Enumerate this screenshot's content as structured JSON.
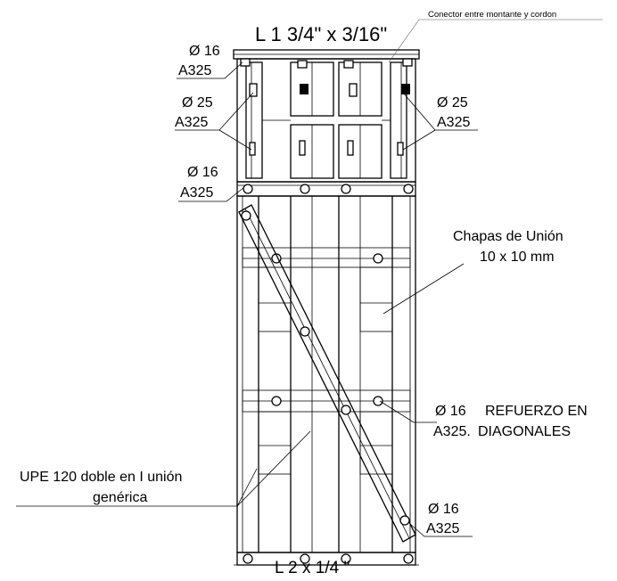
{
  "labels": {
    "top_angle": "L 1 3/4\" x 3/16\"",
    "connector_note": "Conector entre montante y cordon",
    "bolt_top_left_dia": "Ø 16",
    "bolt_top_left_grade": "A325",
    "bolt_left_mid_dia": "Ø 25",
    "bolt_left_mid_grade": "A325",
    "bolt_right_mid_dia": "Ø 25",
    "bolt_right_mid_grade": "A325",
    "bolt_left_low_dia": "Ø 16",
    "bolt_left_low_grade": "A325",
    "plates_line1": "Chapas de Unión",
    "plates_line2": "10 x 10 mm",
    "reinforce_dia": "Ø 16",
    "reinforce_text": "REFUERZO EN",
    "reinforce_grade": "A325.",
    "reinforce_text2": "DIAGONALES",
    "upe_line1": "UPE 120 doble en I unión",
    "upe_line2": "genérica",
    "bolt_bottom_dia": "Ø 16",
    "bolt_bottom_grade": "A325",
    "bottom_angle": "L 2 x 1/4 \""
  }
}
